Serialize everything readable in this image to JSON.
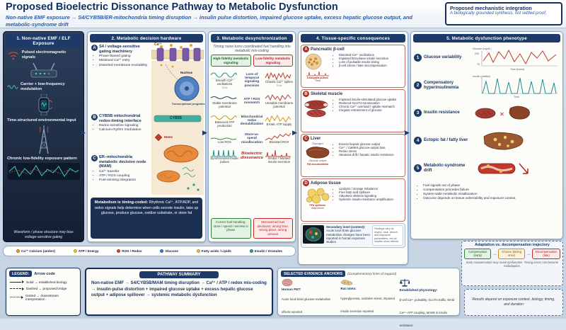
{
  "header": {
    "title": "Proposed Bioelectric Dissonance Pathway to Metabolic Dysfunction",
    "subtitle": "Non-native EMF exposure → S4/CYB5B/ER-mitochondria timing disruption → insulin pulse distortion, impaired glucose uptake, excess hepatic glucose output, and metabolic-syndrome drift",
    "integration_box": {
      "title": "Proposed mechanistic integration",
      "body": "A biologically grounded synthesis, not settled proof."
    }
  },
  "col1": {
    "header": "1. Non-native EMF / ELF Exposure",
    "items": [
      "Pulsed electromagnetic signals",
      "Carrier + low-frequency modulation",
      "Time-structured environmental input",
      "Chronic low-fidelity exposure pattern"
    ],
    "footer": "Waveform / phase structure may bias voltage-sensitive gating"
  },
  "col2": {
    "header": "2. Metabolic decision hardware",
    "sections": [
      {
        "letter": "A",
        "title": "S4 / voltage-sensitive gating machinery",
        "bullets": [
          "Phase-biased gating",
          "Mistimed Ca²⁺ entry",
          "Distorted membrane excitability"
        ]
      },
      {
        "letter": "B",
        "title": "CYB5B mitochondrial redox-timing interface",
        "bullets": [
          "Redox-sensitive signaling",
          "Calcium-rhythm modulation"
        ]
      },
      {
        "letter": "C",
        "title": "ER–mitochondria metabolic decision node (MAM)",
        "bullets": [
          "Ca²⁺ transfer",
          "ATP / ROS coupling",
          "Fuel-sensing integration"
        ]
      }
    ],
    "labels": {
      "ca": "Ca²⁺",
      "nucleus": "Nucleus",
      "transcription": "Transcriptional programs",
      "cyb5b": "CYB5B",
      "heme": "Heme"
    },
    "footer_title": "Metabolism is timing-coded:",
    "footer_body": "Rhythmic Ca²⁺, ATP/ADP, and redox signals help determine when cells secrete insulin, take up glucose, produce glucose, oxidize substrate, or store fat"
  },
  "col3": {
    "header": "3. Metabolic desynchronization",
    "note": "Timing noise turns coordinated fuel handling into metabolic mis-coding",
    "left_chip": "High-fidelity metabolic signaling",
    "right_chip": "Low-fidelity metabolic signaling",
    "rows": [
      {
        "left": "Smooth Ca²⁺ oscillations",
        "left_axis": "Time",
        "mid": "Loss of temporal signaling precision",
        "right": "Chaotic Ca²⁺ spikes",
        "right_axis": "Time"
      },
      {
        "left": "Stable membrane potential",
        "mid": "ATP / ROS mismatch",
        "right": "Unstable membrane potential"
      },
      {
        "left": "Balanced ATP production",
        "mid": "Mitochondrial redox destabilization",
        "right": "Erratic ATP supply"
      },
      {
        "left": "Low ROS",
        "mid": "Store-vs-spend misallocation",
        "right": "Elevated ROS"
      },
      {
        "left": "Synchronized insulin pulses",
        "mid": "Bioelectric dissonance",
        "right": "Erratic / blunted insulin secretion"
      }
    ],
    "green_box": "Correct fuel handling: store / spend / secrete in phase",
    "red_box": "Mismatched fuel decisions: wrong time, wrong place, wrong amount"
  },
  "col4": {
    "header": "4. Tissue-specific consequences",
    "tissues": [
      {
        "letter": "A",
        "name": "Pancreatic β-cell",
        "bullets": [
          "Distorted Ca²⁺ oscillations",
          "Impaired first-phase insulin secretion",
          "Loss of pulsatile insulin timing",
          "β-cell stress / later decompensation"
        ],
        "labels": [
          "Disrupted pulses",
          "Time"
        ]
      },
      {
        "letter": "B",
        "name": "Skeletal muscle",
        "bullets": [
          "Impaired insulin-stimulated glucose uptake",
          "Reduced GLUT4 translocation",
          "Chronic Ca²⁺ overload / uptake mismatch",
          "Irregular entrainment of glucose"
        ]
      },
      {
        "letter": "C",
        "name": "Liver",
        "bullets": [
          "Excess hepatic glucose output",
          "Ca²⁺ / CaMKII glucose-output bias",
          "Redox stress",
          "Steatosis drift / hepatic insulin resistance"
        ],
        "labels": [
          "Glycogen",
          "Glucose output",
          "Fat accumulation"
        ]
      },
      {
        "letter": "D",
        "name": "Adipose tissue",
        "bullets": [
          "Lipolysis / storage imbalance",
          "Free fatty acid spillover",
          "Adipokine distress signaling",
          "Systemic insulin-resistance amplification"
        ],
        "labels": [
          "FFA spillover",
          "Adipokines"
        ]
      }
    ],
    "inset": {
      "title": "Secondary inset (context):",
      "body": "Acute local brain glucose-metabolism changes have been reported in human exposure studies",
      "note": "Findings vary by region, task, device, and exposure parameters; not all studies show effects."
    }
  },
  "col5": {
    "header": "5. Metabolic dysfunction phenotype",
    "items": [
      {
        "num": "1",
        "label": "Glucose variability",
        "ylabel": "Glucose (mg/dL)",
        "ytop": "200",
        "ybottom": "70",
        "xlabel": "Time (hours)"
      },
      {
        "num": "2",
        "label": "Compensatory hyperinsulinemia",
        "ylabel": "Insulin (relative)",
        "xlabel": "Time"
      },
      {
        "num": "3",
        "label": "Insulin resistance"
      },
      {
        "num": "4",
        "label": "Ectopic fat / fatty liver"
      },
      {
        "num": "5",
        "label": "Metabolic-syndrome drift"
      }
    ],
    "bullets": [
      "Fuel signals out of phase",
      "Compensation precedes failure",
      "System-wide metabolic misallocation",
      "Outcome depends on tissue vulnerability and exposure context"
    ],
    "trajectory": {
      "title": "Adaptation vs. decompensation trajectory",
      "stages": [
        "Compensation (early)",
        "Chronic (timing error)",
        "Decompensation (late)"
      ],
      "note": "Early compensation may mask dysfunction. Timing errors can become maladaptive."
    }
  },
  "icon_legend": {
    "items": [
      {
        "label": "Ca²⁺ Calcium (amber)",
        "color": "#e2a23b"
      },
      {
        "label": "ATP / Energy",
        "color": "#f2c53d"
      },
      {
        "label": "ROS / Redox",
        "color": "#d0493c"
      },
      {
        "label": "Glucose",
        "color": "#3f7fd1"
      },
      {
        "label": "Fatty acids / Lipids",
        "color": "#e8c24a"
      },
      {
        "label": "Insulin / Granules",
        "color": "#2a9d96"
      }
    ]
  },
  "legend": {
    "title": "LEGEND:",
    "subtitle": "Arrow code",
    "items": [
      {
        "style": "solid",
        "label": "Solid → established biology"
      },
      {
        "style": "dashed",
        "label": "Dashed → proposed bridge"
      },
      {
        "style": "dotted",
        "label": "Dotted → downstream interpretation"
      }
    ]
  },
  "summary": {
    "title": "PATHWAY SUMMARY",
    "body": "Non-native EMF → S4/CYB5B/MAM timing disruption → Ca²⁺ / ATP / redox mis-coding → insulin-pulse distortion + impaired glucose uptake + excess hepatic glucose output + adipose spillover → systemic metabolic dysfunction"
  },
  "evidence": {
    "title": "SELECTED EVIDENCE ANCHORS",
    "subtitle": "(Complementary lines of support)",
    "items": [
      {
        "label": "Human PET:",
        "text": "Acute local brain glucose-metabolism effects reported"
      },
      {
        "label": "Rat islets:",
        "text": "hyperglycemia, oxidative stress, impaired insulin secretion reported"
      },
      {
        "label": "Established physiology:",
        "text": "β-cell Ca²⁺ pulsatility, GLUT4 traffic, MAM Ca²⁺–ATP coupling, MAMs in insulin resistance"
      }
    ],
    "note": "Results depend on exposure context, biology, timing, and duration"
  }
}
